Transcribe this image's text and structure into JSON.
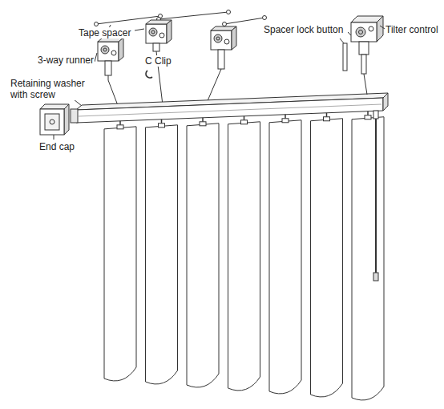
{
  "diagram": {
    "labels": [
      "Tape spacer",
      "3-way runner",
      "C Clip",
      "Retaining washer with screw",
      "End cap",
      "Spacer lock button",
      "Tilter control"
    ]
  }
}
